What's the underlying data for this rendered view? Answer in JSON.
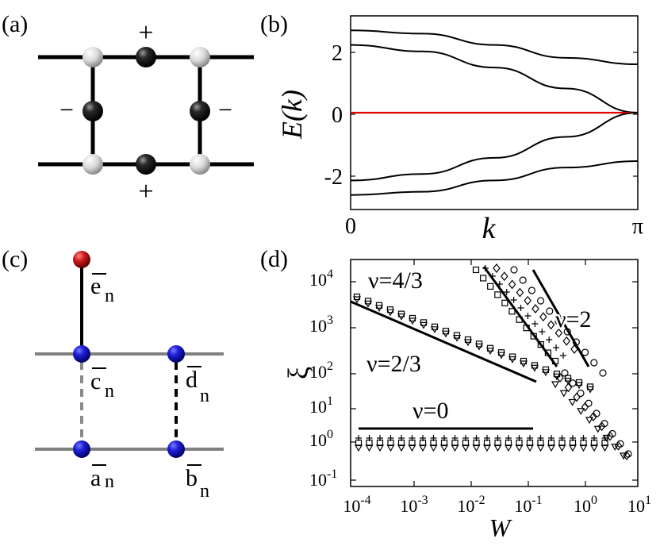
{
  "panels": {
    "a": {
      "label": "(a)",
      "plus": "+",
      "minus": "−"
    },
    "b": {
      "label": "(b)",
      "ylabel": "E(k)",
      "xlabel": "k",
      "yticks": [
        "2",
        "0",
        "-2"
      ],
      "xticks": [
        "0",
        "π"
      ]
    },
    "c": {
      "label": "(c)",
      "nodes": [
        {
          "base": "e",
          "sub": "n",
          "color": "#d42020"
        },
        {
          "base": "c",
          "sub": "n",
          "color": "#1a1acc"
        },
        {
          "base": "d",
          "sub": "n",
          "color": "#1a1acc"
        },
        {
          "base": "a",
          "sub": "n",
          "color": "#1a1acc"
        },
        {
          "base": "b",
          "sub": "n",
          "color": "#1a1acc"
        }
      ]
    },
    "d": {
      "label": "(d)",
      "ylabel": "ξ",
      "xlabel": "W",
      "annotations": [
        "ν=4/3",
        "ν=2",
        "ν=2/3",
        "ν=0"
      ]
    }
  },
  "chart_data": {
    "type": "line",
    "xlabel": "k",
    "ylabel": "E(k)",
    "xlim": [
      0,
      3.1416
    ],
    "ylim": [
      -3,
      3
    ],
    "series": [
      {
        "x": [
          0,
          0.785,
          1.571,
          2.356,
          3.1416
        ],
        "y": [
          2.55,
          2.45,
          2.1,
          1.7,
          1.5
        ],
        "color": "#000000"
      },
      {
        "x": [
          0,
          0.785,
          1.571,
          2.356,
          3.1416
        ],
        "y": [
          2.1,
          1.9,
          1.4,
          0.75,
          0.0
        ],
        "color": "#000000"
      },
      {
        "x": [
          0,
          3.1416
        ],
        "y": [
          0,
          0
        ],
        "color": "#e00000"
      },
      {
        "x": [
          0,
          0.785,
          1.571,
          2.356,
          3.1416
        ],
        "y": [
          -2.1,
          -1.9,
          -1.4,
          -0.75,
          0.0
        ],
        "color": "#000000"
      },
      {
        "x": [
          0,
          0.785,
          1.571,
          2.356,
          3.1416
        ],
        "y": [
          -2.55,
          -2.45,
          -2.1,
          -1.7,
          -1.5
        ],
        "color": "#000000"
      }
    ]
  }
}
